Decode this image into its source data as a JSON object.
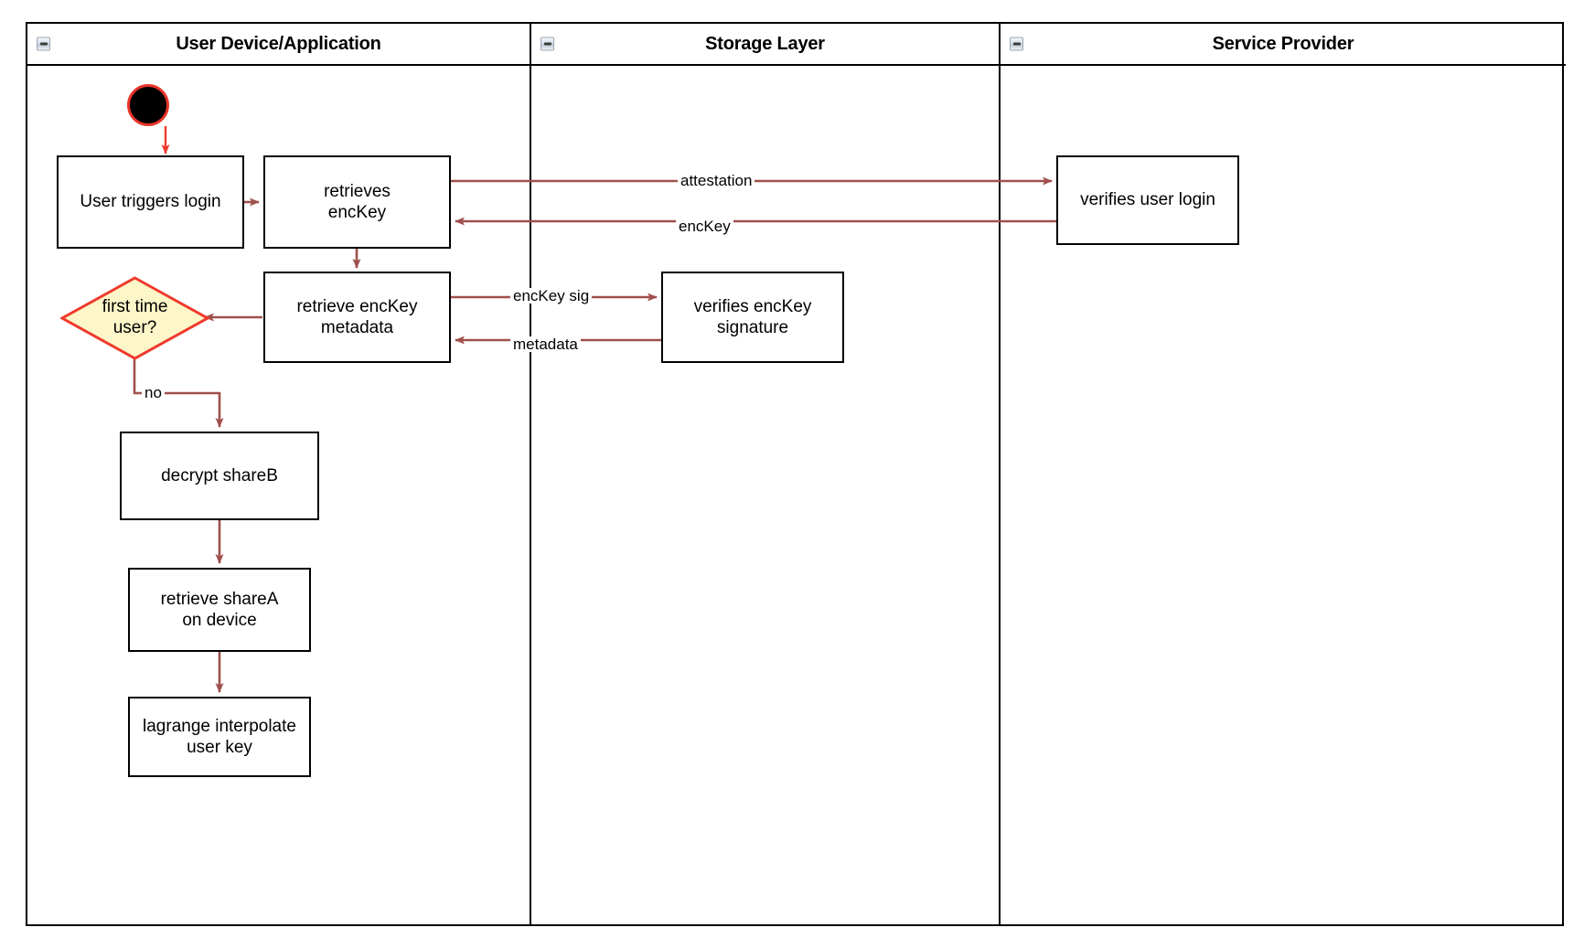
{
  "diagram": {
    "type": "swimlane-activity-diagram",
    "background": "#ffffff",
    "colors": {
      "lane_border": "#000000",
      "node_border": "#000000",
      "node_fill": "#ffffff",
      "connector": "#a0504c",
      "start_border": "#e8342a",
      "start_fill": "#000000",
      "decision_fill": "#fcf6c8",
      "decision_border": "#ef3a2c",
      "text": "#000000"
    }
  },
  "lanes": [
    {
      "id": "user-device",
      "title": "User Device/Application",
      "collapse_icon": "collapse-minus-icon"
    },
    {
      "id": "storage-layer",
      "title": "Storage Layer",
      "collapse_icon": "collapse-minus-icon"
    },
    {
      "id": "service-provider",
      "title": "Service Provider",
      "collapse_icon": "collapse-minus-icon"
    }
  ],
  "nodes": [
    {
      "id": "start",
      "kind": "start",
      "lane": "user-device",
      "label": ""
    },
    {
      "id": "user-triggers-login",
      "kind": "activity",
      "lane": "user-device",
      "label": "User triggers login"
    },
    {
      "id": "retrieves-enckey",
      "kind": "activity",
      "lane": "user-device",
      "label": "retrieves\nencKey"
    },
    {
      "id": "retrieve-enckey-metadata",
      "kind": "activity",
      "lane": "user-device",
      "label": "retrieve encKey\nmetadata"
    },
    {
      "id": "first-time-user",
      "kind": "decision",
      "lane": "user-device",
      "label": "first time\nuser?"
    },
    {
      "id": "decrypt-shareb",
      "kind": "activity",
      "lane": "user-device",
      "label": "decrypt shareB"
    },
    {
      "id": "retrieve-sharea-on-device",
      "kind": "activity",
      "lane": "user-device",
      "label": "retrieve shareA\non device"
    },
    {
      "id": "lagrange-interpolate-user-key",
      "kind": "activity",
      "lane": "user-device",
      "label": "lagrange interpolate\nuser key"
    },
    {
      "id": "verifies-enckey-signature",
      "kind": "activity",
      "lane": "storage-layer",
      "label": "verifies encKey\nsignature"
    },
    {
      "id": "verifies-user-login",
      "kind": "activity",
      "lane": "service-provider",
      "label": "verifies user login"
    }
  ],
  "edges": [
    {
      "id": "e1",
      "from": "start",
      "to": "user-triggers-login",
      "label": ""
    },
    {
      "id": "e2",
      "from": "user-triggers-login",
      "to": "retrieves-enckey",
      "label": ""
    },
    {
      "id": "e3",
      "from": "retrieves-enckey",
      "to": "verifies-user-login",
      "label": "attestation"
    },
    {
      "id": "e4",
      "from": "verifies-user-login",
      "to": "retrieves-enckey",
      "label": "encKey"
    },
    {
      "id": "e5",
      "from": "retrieves-enckey",
      "to": "retrieve-enckey-metadata",
      "label": ""
    },
    {
      "id": "e6",
      "from": "retrieve-enckey-metadata",
      "to": "verifies-enckey-signature",
      "label": "encKey sig"
    },
    {
      "id": "e7",
      "from": "verifies-enckey-signature",
      "to": "retrieve-enckey-metadata",
      "label": "metadata"
    },
    {
      "id": "e8",
      "from": "retrieve-enckey-metadata",
      "to": "first-time-user",
      "label": ""
    },
    {
      "id": "e9",
      "from": "first-time-user",
      "to": "decrypt-shareb",
      "label": "no"
    },
    {
      "id": "e10",
      "from": "decrypt-shareb",
      "to": "retrieve-sharea-on-device",
      "label": ""
    },
    {
      "id": "e11",
      "from": "retrieve-sharea-on-device",
      "to": "lagrange-interpolate-user-key",
      "label": ""
    }
  ],
  "edge_labels": {
    "attestation": "attestation",
    "enckey": "encKey",
    "enckey_sig": "encKey sig",
    "metadata": "metadata",
    "no": "no"
  }
}
